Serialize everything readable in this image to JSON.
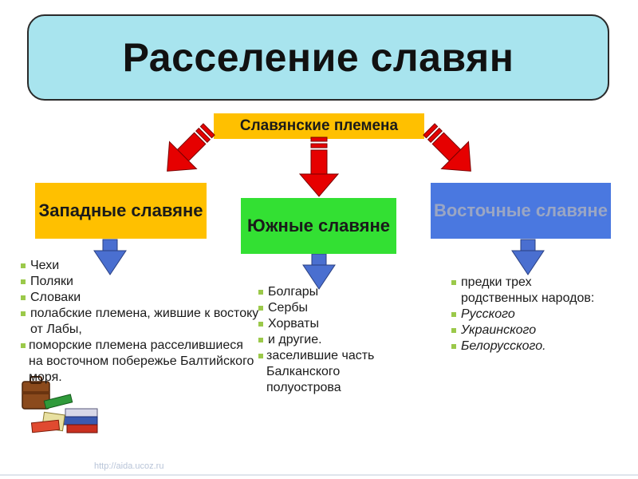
{
  "title": "Расселение славян",
  "tribes_label": "Славянские племена",
  "groups": {
    "west": {
      "label": "Западные славяне",
      "items": [
        "Чехи",
        "Поляки",
        "Словаки",
        "полабские племена, жившие к востоку от Лабы,",
        "поморские племена расселившиеся на восточном побережье Балтийского моря."
      ]
    },
    "south": {
      "label": "Южные славяне",
      "items": [
        "Болгары",
        "Сербы",
        "Хорваты",
        "и другие.",
        "заселившие часть Балканского полуострова"
      ]
    },
    "east": {
      "label": "Восточные славяне",
      "items": [
        "предки трех родственных народов:",
        "Русского",
        "Украинского",
        "Белорусского."
      ]
    }
  },
  "watermark": "http://aida.ucoz.ru",
  "colors": {
    "title_bg": "#a8e4ee",
    "tribes_bg": "#ffc000",
    "west_bg": "#ffc000",
    "south_bg": "#33e033",
    "east_bg": "#4a78e0",
    "arrow_red": "#e60000",
    "arrow_blue": "#4a6fd0",
    "bullet": "#9bc94a"
  },
  "icons": [
    "red-arrow-icon",
    "blue-arrow-icon",
    "books-icon",
    "briefcase-icon"
  ]
}
